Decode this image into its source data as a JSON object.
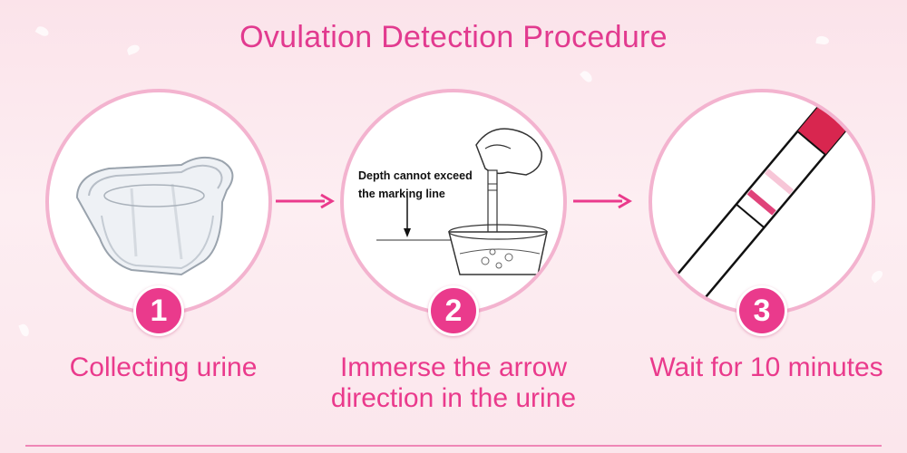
{
  "title": "Ovulation Detection Procedure",
  "steps": [
    {
      "number": "1",
      "caption_line1": "Collecting urine",
      "caption_line2": ""
    },
    {
      "number": "2",
      "caption_line1": "Immerse the arrow",
      "caption_line2": "direction in the urine",
      "label_line1": "Depth cannot exceed",
      "label_line2": "the marking line"
    },
    {
      "number": "3",
      "caption_line1": "Wait for 10 minutes",
      "caption_line2": ""
    }
  ],
  "colors": {
    "accent": "#ea3a8c",
    "circle_border": "#f3b3cf",
    "background": "#fbe3ea",
    "strip_red": "#d8264f"
  },
  "icons": [
    "urine-cup-icon",
    "test-strip-in-cup-icon",
    "test-strip-result-icon",
    "arrow-right-icon"
  ]
}
